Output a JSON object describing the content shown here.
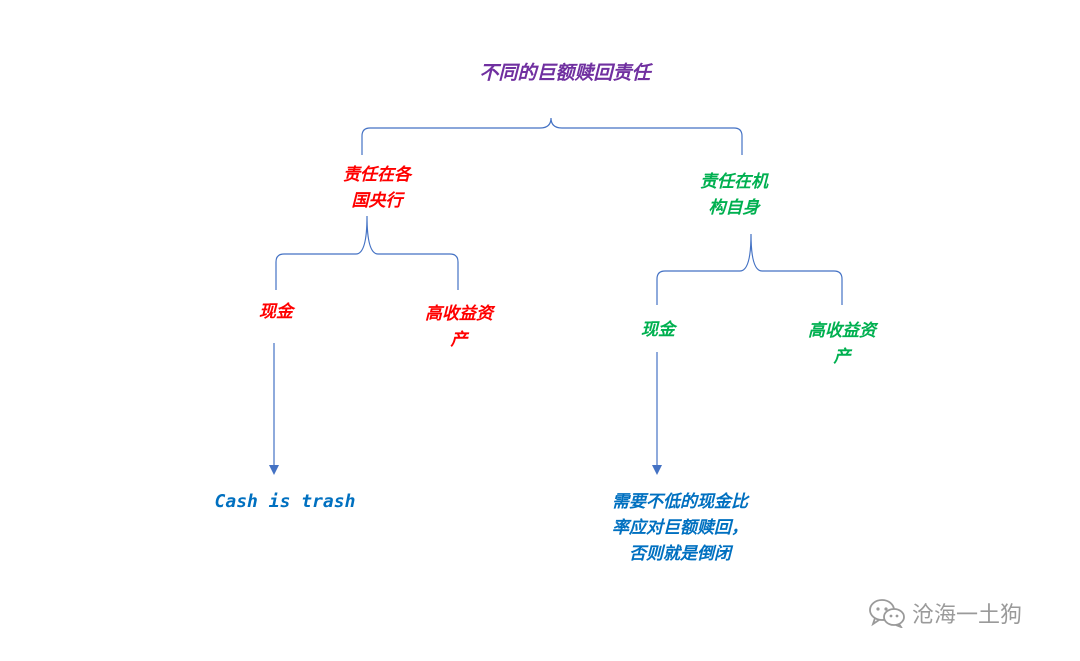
{
  "colors": {
    "connector": "#4472c4",
    "title": "#7030a0",
    "red": "#ff0000",
    "green": "#00b050",
    "blue": "#0070c0",
    "watermark": "#9a9a9a"
  },
  "root": {
    "label": "不同的巨额赎回责任"
  },
  "left_branch": {
    "label_line1": "责任在各",
    "label_line2": "国央行",
    "cash": "现金",
    "high_yield_line1": "高收益资",
    "high_yield_line2": "产",
    "outcome": "Cash is trash"
  },
  "right_branch": {
    "label_line1": "责任在机",
    "label_line2": "构自身",
    "cash": "现金",
    "high_yield_line1": "高收益资",
    "high_yield_line2": "产",
    "outcome_line1": "需要不低的现金比",
    "outcome_line2": "率应对巨额赎回，",
    "outcome_line3": "否则就是倒闭"
  },
  "watermark": {
    "icon": "wechat-icon",
    "text": "沧海一土狗"
  }
}
